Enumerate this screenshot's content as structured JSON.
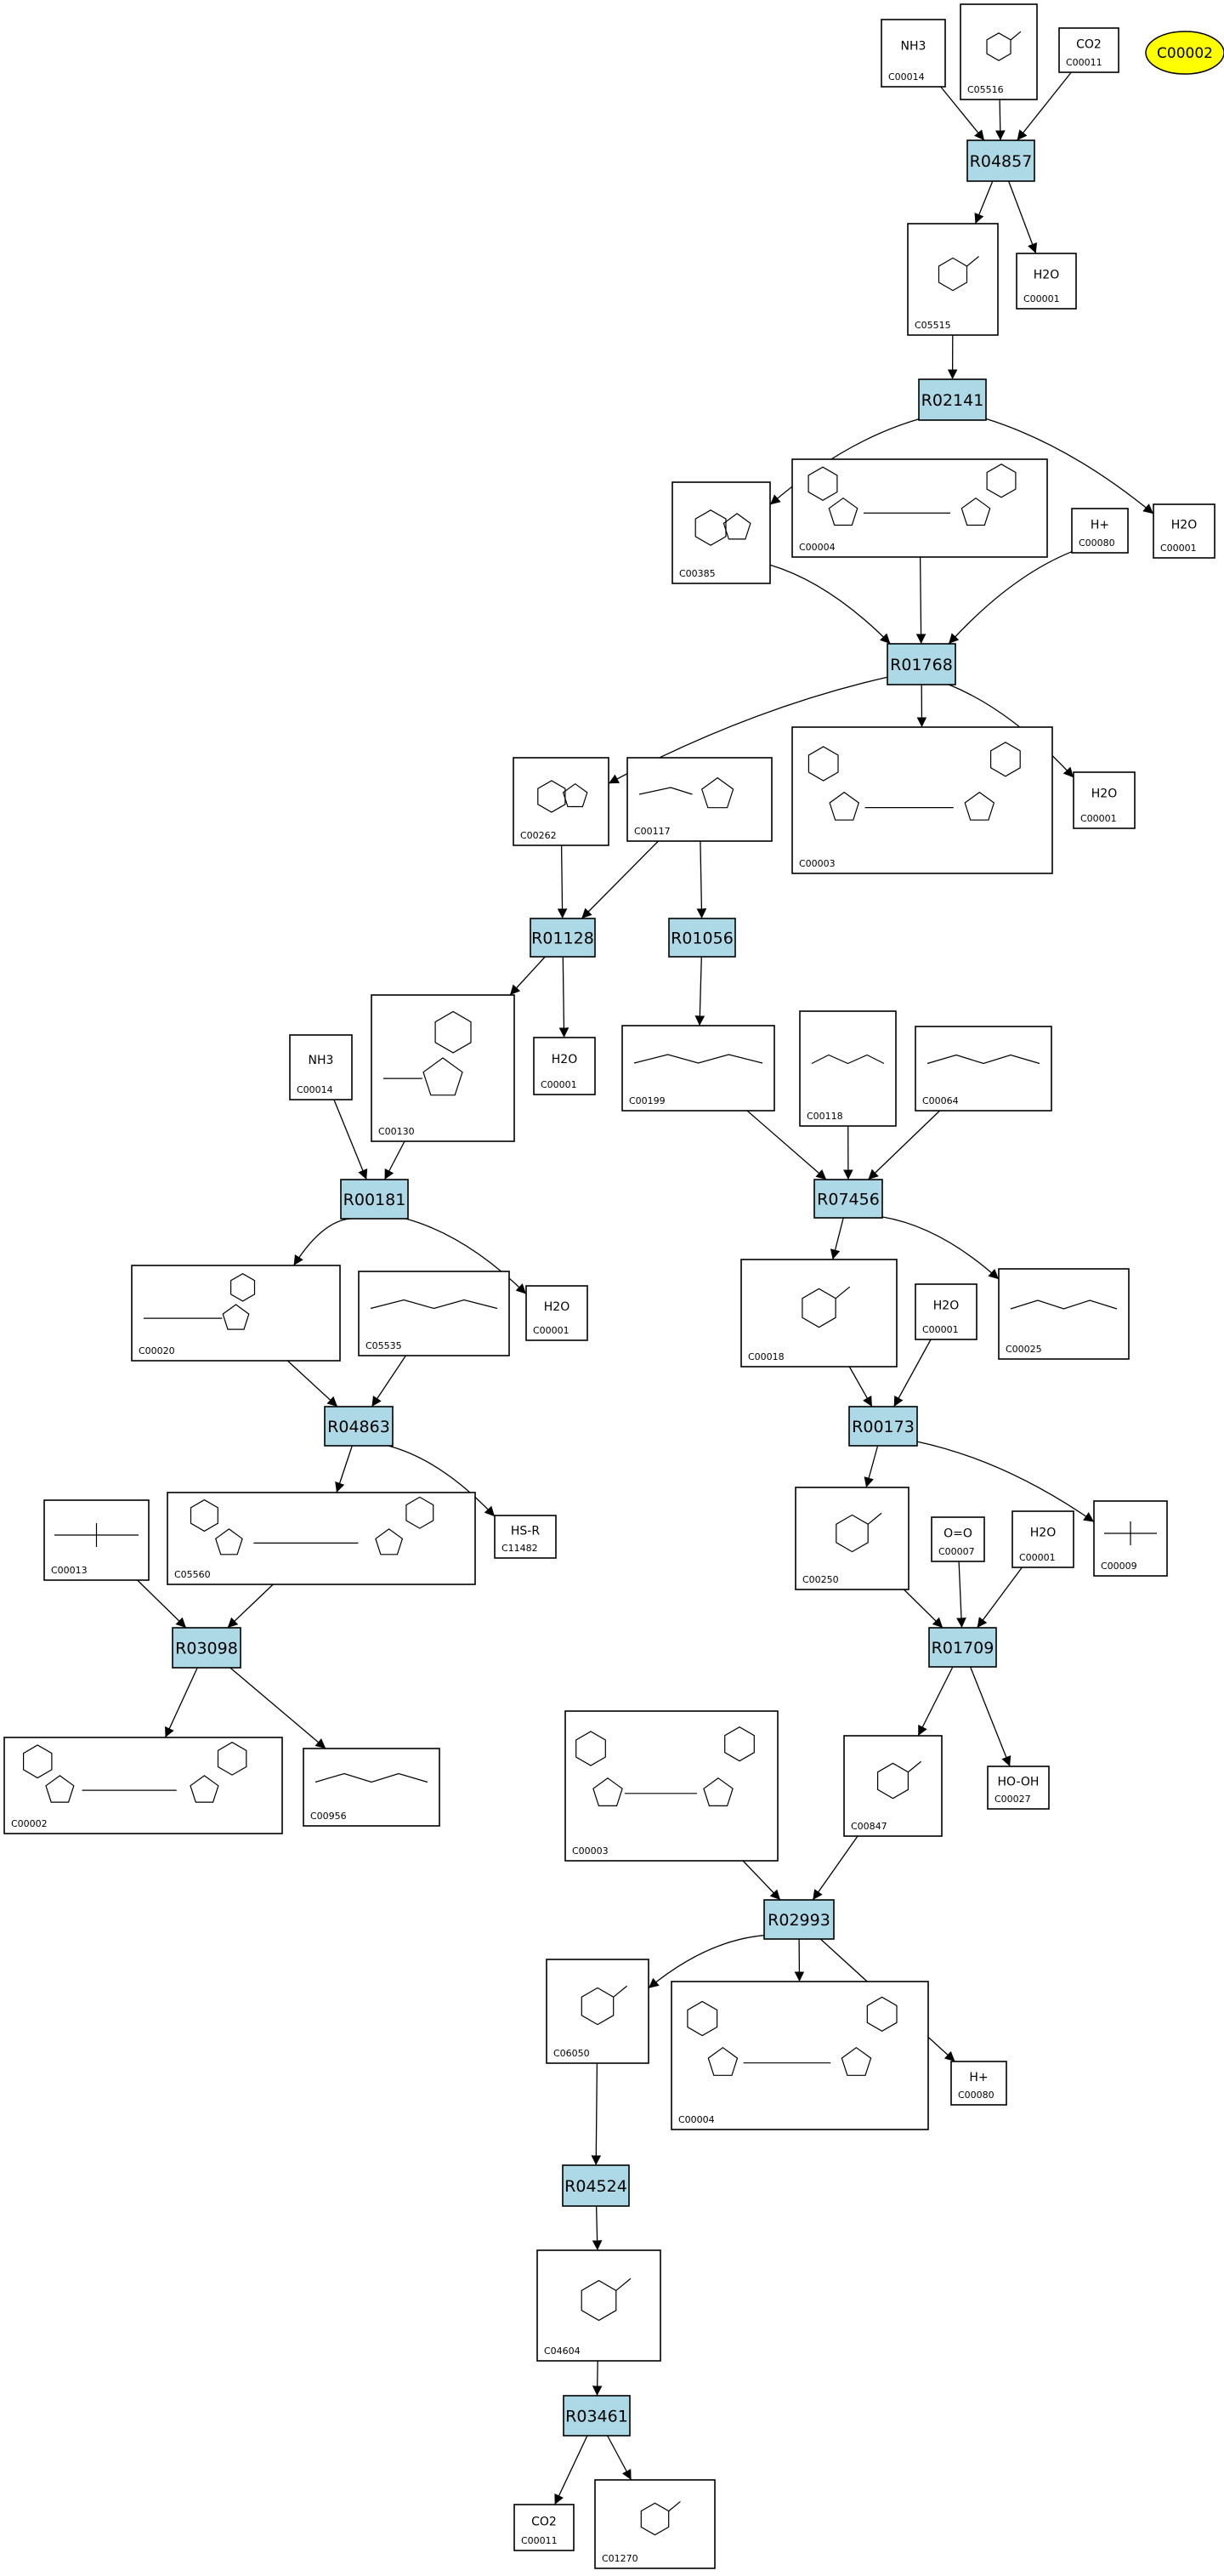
{
  "colors": {
    "reaction_fill": "#add8e6",
    "highlight_fill": "#ffff00",
    "box_stroke": "#000000",
    "edge": "#000000"
  },
  "highlight": {
    "id": "C00002"
  },
  "compounds": [
    {
      "key": "c00014_a",
      "id": "C00014",
      "formula": "NH3",
      "shape": "small"
    },
    {
      "key": "c05516",
      "id": "C05516",
      "formula": "",
      "shape": "ring"
    },
    {
      "key": "c00011_a",
      "id": "C00011",
      "formula": "CO2",
      "shape": "small"
    },
    {
      "key": "c05515",
      "id": "C05515",
      "formula": "",
      "shape": "ring"
    },
    {
      "key": "c00001_a",
      "id": "C00001",
      "formula": "H2O",
      "shape": "small"
    },
    {
      "key": "c00001_b",
      "id": "C00001",
      "formula": "H2O",
      "shape": "small"
    },
    {
      "key": "c00385",
      "id": "C00385",
      "formula": "",
      "shape": "ring2"
    },
    {
      "key": "c00004_a",
      "id": "C00004",
      "formula": "",
      "shape": "nad"
    },
    {
      "key": "c00080_a",
      "id": "C00080",
      "formula": "H+",
      "shape": "small"
    },
    {
      "key": "c00262",
      "id": "C00262",
      "formula": "",
      "shape": "ring2"
    },
    {
      "key": "c00117",
      "id": "C00117",
      "formula": "",
      "shape": "sugar"
    },
    {
      "key": "c00003_a",
      "id": "C00003",
      "formula": "",
      "shape": "nad"
    },
    {
      "key": "c00001_c",
      "id": "C00001",
      "formula": "H2O",
      "shape": "small"
    },
    {
      "key": "c00001_d",
      "id": "C00001",
      "formula": "H2O",
      "shape": "small"
    },
    {
      "key": "c00014_b",
      "id": "C00014",
      "formula": "NH3",
      "shape": "small"
    },
    {
      "key": "c00130",
      "id": "C00130",
      "formula": "",
      "shape": "nucleotide"
    },
    {
      "key": "c00199",
      "id": "C00199",
      "formula": "",
      "shape": "chain"
    },
    {
      "key": "c00118",
      "id": "C00118",
      "formula": "",
      "shape": "chain"
    },
    {
      "key": "c00064",
      "id": "C00064",
      "formula": "",
      "shape": "chain"
    },
    {
      "key": "c00020",
      "id": "C00020",
      "formula": "",
      "shape": "nucleotide"
    },
    {
      "key": "c05535",
      "id": "C05535",
      "formula": "",
      "shape": "chain"
    },
    {
      "key": "c00001_e",
      "id": "C00001",
      "formula": "H2O",
      "shape": "small"
    },
    {
      "key": "c00018",
      "id": "C00018",
      "formula": "",
      "shape": "ring"
    },
    {
      "key": "c00001_f",
      "id": "C00001",
      "formula": "H2O",
      "shape": "small"
    },
    {
      "key": "c00025",
      "id": "C00025",
      "formula": "",
      "shape": "chain"
    },
    {
      "key": "c00013",
      "id": "C00013",
      "formula": "",
      "shape": "phosphate"
    },
    {
      "key": "c05560",
      "id": "C05560",
      "formula": "",
      "shape": "nad"
    },
    {
      "key": "c11482",
      "id": "C11482",
      "formula": "HS-R",
      "shape": "small"
    },
    {
      "key": "c00250",
      "id": "C00250",
      "formula": "",
      "shape": "ring"
    },
    {
      "key": "c00007",
      "id": "C00007",
      "formula": "O=O",
      "shape": "small"
    },
    {
      "key": "c00001_g",
      "id": "C00001",
      "formula": "H2O",
      "shape": "small"
    },
    {
      "key": "c00009",
      "id": "C00009",
      "formula": "",
      "shape": "phosphate"
    },
    {
      "key": "c00002",
      "id": "C00002",
      "formula": "",
      "shape": "nad"
    },
    {
      "key": "c00956",
      "id": "C00956",
      "formula": "",
      "shape": "chain"
    },
    {
      "key": "c00003_b",
      "id": "C00003",
      "formula": "",
      "shape": "nad"
    },
    {
      "key": "c00847",
      "id": "C00847",
      "formula": "",
      "shape": "ring"
    },
    {
      "key": "c00027",
      "id": "C00027",
      "formula": "HO-OH",
      "shape": "small"
    },
    {
      "key": "c06050",
      "id": "C06050",
      "formula": "",
      "shape": "ring"
    },
    {
      "key": "c00004_b",
      "id": "C00004",
      "formula": "",
      "shape": "nad"
    },
    {
      "key": "c00080_b",
      "id": "C00080",
      "formula": "H+",
      "shape": "small"
    },
    {
      "key": "c04604",
      "id": "C04604",
      "formula": "",
      "shape": "ring"
    },
    {
      "key": "c00011_b",
      "id": "C00011",
      "formula": "CO2",
      "shape": "small"
    },
    {
      "key": "c01270",
      "id": "C01270",
      "formula": "",
      "shape": "ring"
    }
  ],
  "reactions": [
    {
      "key": "R04857",
      "label": "R04857"
    },
    {
      "key": "R02141",
      "label": "R02141"
    },
    {
      "key": "R01768",
      "label": "R01768"
    },
    {
      "key": "R01128",
      "label": "R01128"
    },
    {
      "key": "R01056",
      "label": "R01056"
    },
    {
      "key": "R00181",
      "label": "R00181"
    },
    {
      "key": "R07456",
      "label": "R07456"
    },
    {
      "key": "R04863",
      "label": "R04863"
    },
    {
      "key": "R00173",
      "label": "R00173"
    },
    {
      "key": "R03098",
      "label": "R03098"
    },
    {
      "key": "R01709",
      "label": "R01709"
    },
    {
      "key": "R02993",
      "label": "R02993"
    },
    {
      "key": "R04524",
      "label": "R04524"
    },
    {
      "key": "R03461",
      "label": "R03461"
    }
  ],
  "edges": [
    [
      "c00014_a",
      "R04857"
    ],
    [
      "c05516",
      "R04857"
    ],
    [
      "c00011_a",
      "R04857"
    ],
    [
      "R04857",
      "c05515"
    ],
    [
      "R04857",
      "c00001_a"
    ],
    [
      "c05515",
      "R02141"
    ],
    [
      "R02141",
      "c00385"
    ],
    [
      "R02141",
      "c00001_b"
    ],
    [
      "c00385",
      "R01768"
    ],
    [
      "c00004_a",
      "R01768"
    ],
    [
      "c00080_a",
      "R01768"
    ],
    [
      "R01768",
      "c00262"
    ],
    [
      "R01768",
      "c00003_a"
    ],
    [
      "R01768",
      "c00001_c"
    ],
    [
      "c00262",
      "R01128"
    ],
    [
      "c00117",
      "R01128"
    ],
    [
      "c00117",
      "R01056"
    ],
    [
      "R01128",
      "c00130"
    ],
    [
      "R01128",
      "c00001_d"
    ],
    [
      "R01056",
      "c00199"
    ],
    [
      "c00014_b",
      "R00181"
    ],
    [
      "c00130",
      "R00181"
    ],
    [
      "c00199",
      "R07456"
    ],
    [
      "c00118",
      "R07456"
    ],
    [
      "c00064",
      "R07456"
    ],
    [
      "R00181",
      "c00020"
    ],
    [
      "R00181",
      "c00001_e"
    ],
    [
      "R07456",
      "c00018"
    ],
    [
      "R07456",
      "c00025"
    ],
    [
      "c00020",
      "R04863"
    ],
    [
      "c05535",
      "R04863"
    ],
    [
      "c00018",
      "R00173"
    ],
    [
      "c00001_f",
      "R00173"
    ],
    [
      "R04863",
      "c05560"
    ],
    [
      "R04863",
      "c11482"
    ],
    [
      "R00173",
      "c00250"
    ],
    [
      "R00173",
      "c00009"
    ],
    [
      "c00013",
      "R03098"
    ],
    [
      "c05560",
      "R03098"
    ],
    [
      "c00250",
      "R01709"
    ],
    [
      "c00007",
      "R01709"
    ],
    [
      "c00001_g",
      "R01709"
    ],
    [
      "R03098",
      "c00002"
    ],
    [
      "R03098",
      "c00956"
    ],
    [
      "R01709",
      "c00847"
    ],
    [
      "R01709",
      "c00027"
    ],
    [
      "c00003_b",
      "R02993"
    ],
    [
      "c00847",
      "R02993"
    ],
    [
      "R02993",
      "c06050"
    ],
    [
      "R02993",
      "c00004_b"
    ],
    [
      "R02993",
      "c00080_b"
    ],
    [
      "c06050",
      "R04524"
    ],
    [
      "R04524",
      "c04604"
    ],
    [
      "c04604",
      "R03461"
    ],
    [
      "R03461",
      "c00011_b"
    ],
    [
      "R03461",
      "c01270"
    ]
  ]
}
